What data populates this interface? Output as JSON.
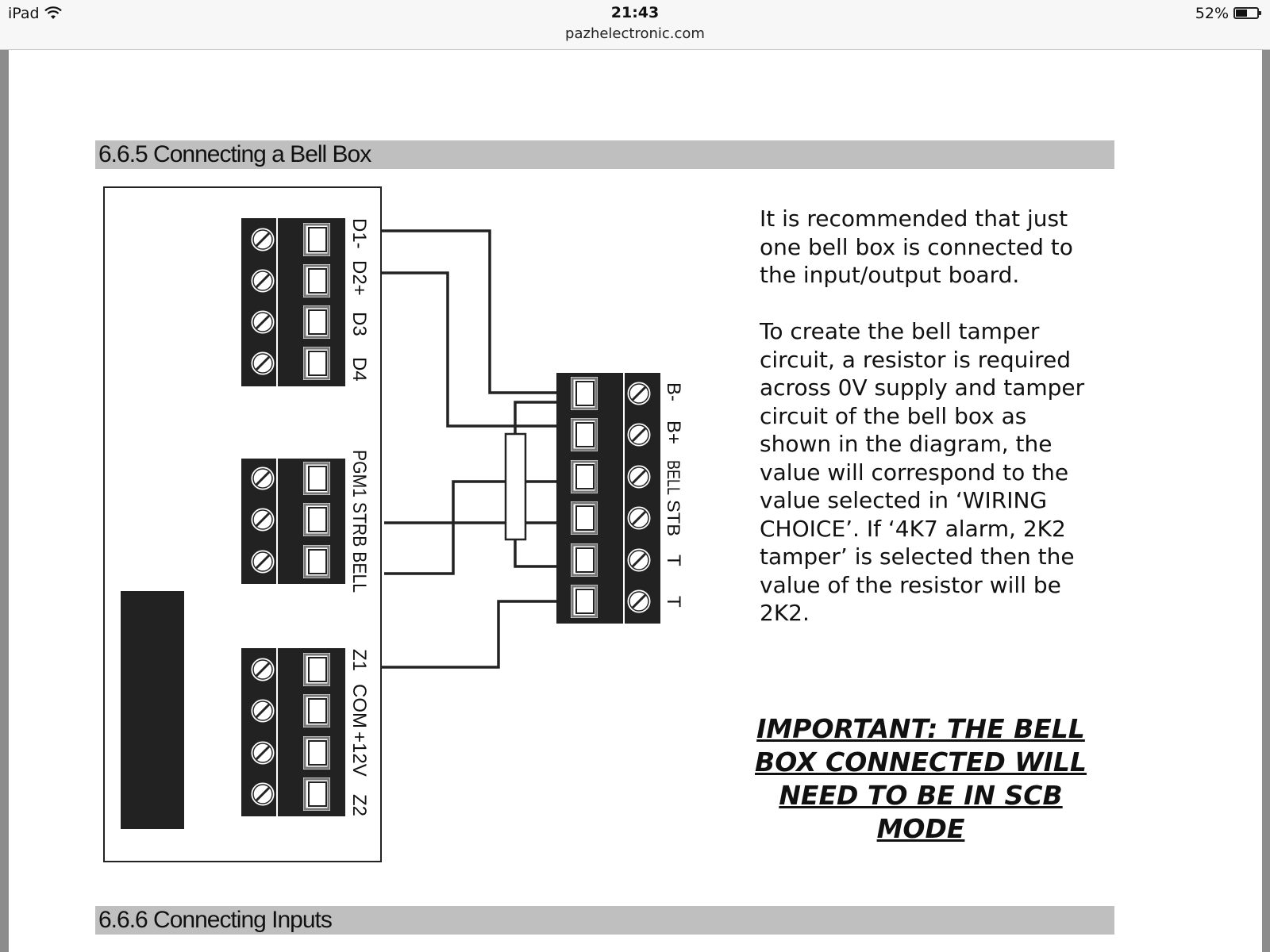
{
  "status_bar": {
    "device": "iPad",
    "time": "21:43",
    "url": "pazhelectronic.com",
    "battery_percent": "52%",
    "battery_level": 0.52
  },
  "sections": {
    "bell_box_heading": "6.6.5 Connecting a Bell Box",
    "inputs_heading": "6.6.6 Connecting Inputs"
  },
  "diagram": {
    "board_terminals_top": [
      "D1-",
      "D2+",
      "D3",
      "D4"
    ],
    "board_terminals_mid": "PGM1 STRB BELL",
    "board_terminals_bottom": [
      "Z1",
      "COM",
      "+12V",
      "Z2"
    ],
    "bellbox_terminals": [
      "B-",
      "B+",
      "BELL",
      "STB",
      "T",
      "T"
    ]
  },
  "text": {
    "paragraph1": "It is recommended that just one bell box is connected to the input/output board.",
    "paragraph2": "To create the bell tamper circuit, a resistor is required across 0V supply and tamper circuit of the bell box as shown in the diagram, the value will correspond to the value selected in ‘WIRING CHOICE’. If ‘4K7 alarm, 2K2 tamper’ is selected then the value of the resistor will be 2K2.",
    "important": "IMPORTANT: THE BELL BOX CONNECTED WILL NEED TO BE IN SCB MODE"
  }
}
